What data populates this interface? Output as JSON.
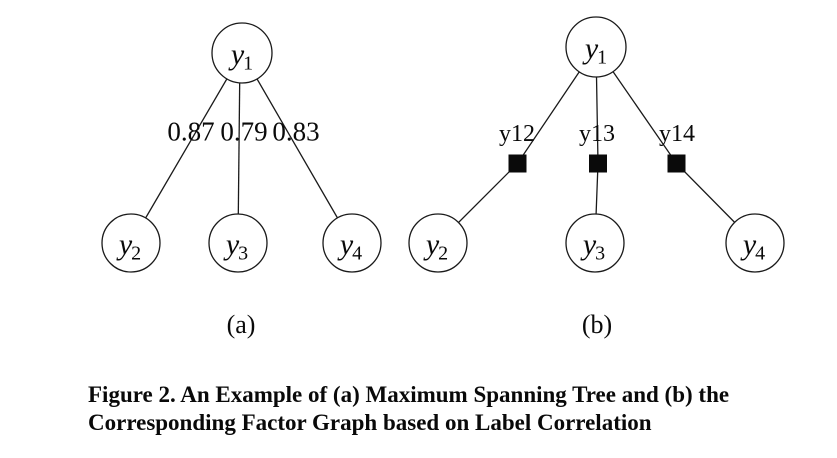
{
  "figure": {
    "caption": {
      "line1": "Figure 2. An Example of (a) Maximum Spanning Tree and (b) the",
      "line2": "Corresponding Factor Graph based on Label Correlation"
    },
    "colors": {
      "ink": "#1a1a1a",
      "node_fill": "#ffffff",
      "factor_fill": "#0a0a0a"
    },
    "panel_a": {
      "label": "(a)",
      "nodes": {
        "y1": {
          "base": "y",
          "sub": "1"
        },
        "y2": {
          "base": "y",
          "sub": "2"
        },
        "y3": {
          "base": "y",
          "sub": "3"
        },
        "y4": {
          "base": "y",
          "sub": "4"
        }
      },
      "edges": [
        {
          "from": "y1",
          "to": "y2",
          "weight": "0.87"
        },
        {
          "from": "y1",
          "to": "y3",
          "weight": "0.79"
        },
        {
          "from": "y1",
          "to": "y4",
          "weight": "0.83"
        }
      ]
    },
    "panel_b": {
      "label": "(b)",
      "nodes": {
        "y1": {
          "base": "y",
          "sub": "1"
        },
        "y2": {
          "base": "y",
          "sub": "2"
        },
        "y3": {
          "base": "y",
          "sub": "3"
        },
        "y4": {
          "base": "y",
          "sub": "4"
        }
      },
      "factors": [
        {
          "label": "y12",
          "from": "y1",
          "to": "y2"
        },
        {
          "label": "y13",
          "from": "y1",
          "to": "y3"
        },
        {
          "label": "y14",
          "from": "y1",
          "to": "y4"
        }
      ]
    }
  }
}
